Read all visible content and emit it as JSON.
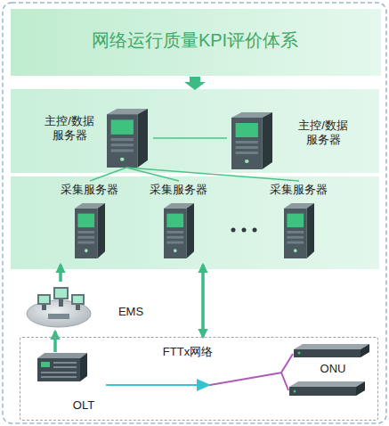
{
  "diagram": {
    "nodes": [
      {
        "text": [
          "网络运行质量KPI评价体系"
        ]
      },
      {
        "text": [
          "主控/数据 服务器"
        ]
      },
      {
        "text": [
          "主控/数据 服务器"
        ]
      },
      {
        "text": [
          "采集服务器"
        ]
      },
      {
        "text": [
          "采集服务器"
        ]
      },
      {
        "text": [
          "采集服务器"
        ]
      },
      {
        "text": [
          "EMS"
        ]
      },
      {
        "text": [
          "FTTx网络"
        ]
      },
      {
        "text": [
          "OLT"
        ],
        "in": 7
      },
      {
        "text": [
          "ONU"
        ],
        "in": 7
      }
    ],
    "edges": [
      {
        "from": 1,
        "to": 2,
        "arrow": "none"
      },
      {
        "from": 1,
        "to": 3,
        "arrow": "none"
      },
      {
        "from": 1,
        "to": 4,
        "arrow": "none"
      },
      {
        "from": 1,
        "to": 5,
        "arrow": "none"
      },
      {
        "from": 6,
        "to": 3,
        "arrow": "to"
      },
      {
        "from": 8,
        "to": 6,
        "arrow": "to"
      },
      {
        "from": 4,
        "to": 7,
        "arrow": "both"
      },
      {
        "from": 8,
        "to": 9,
        "arrow": "none"
      }
    ]
  }
}
